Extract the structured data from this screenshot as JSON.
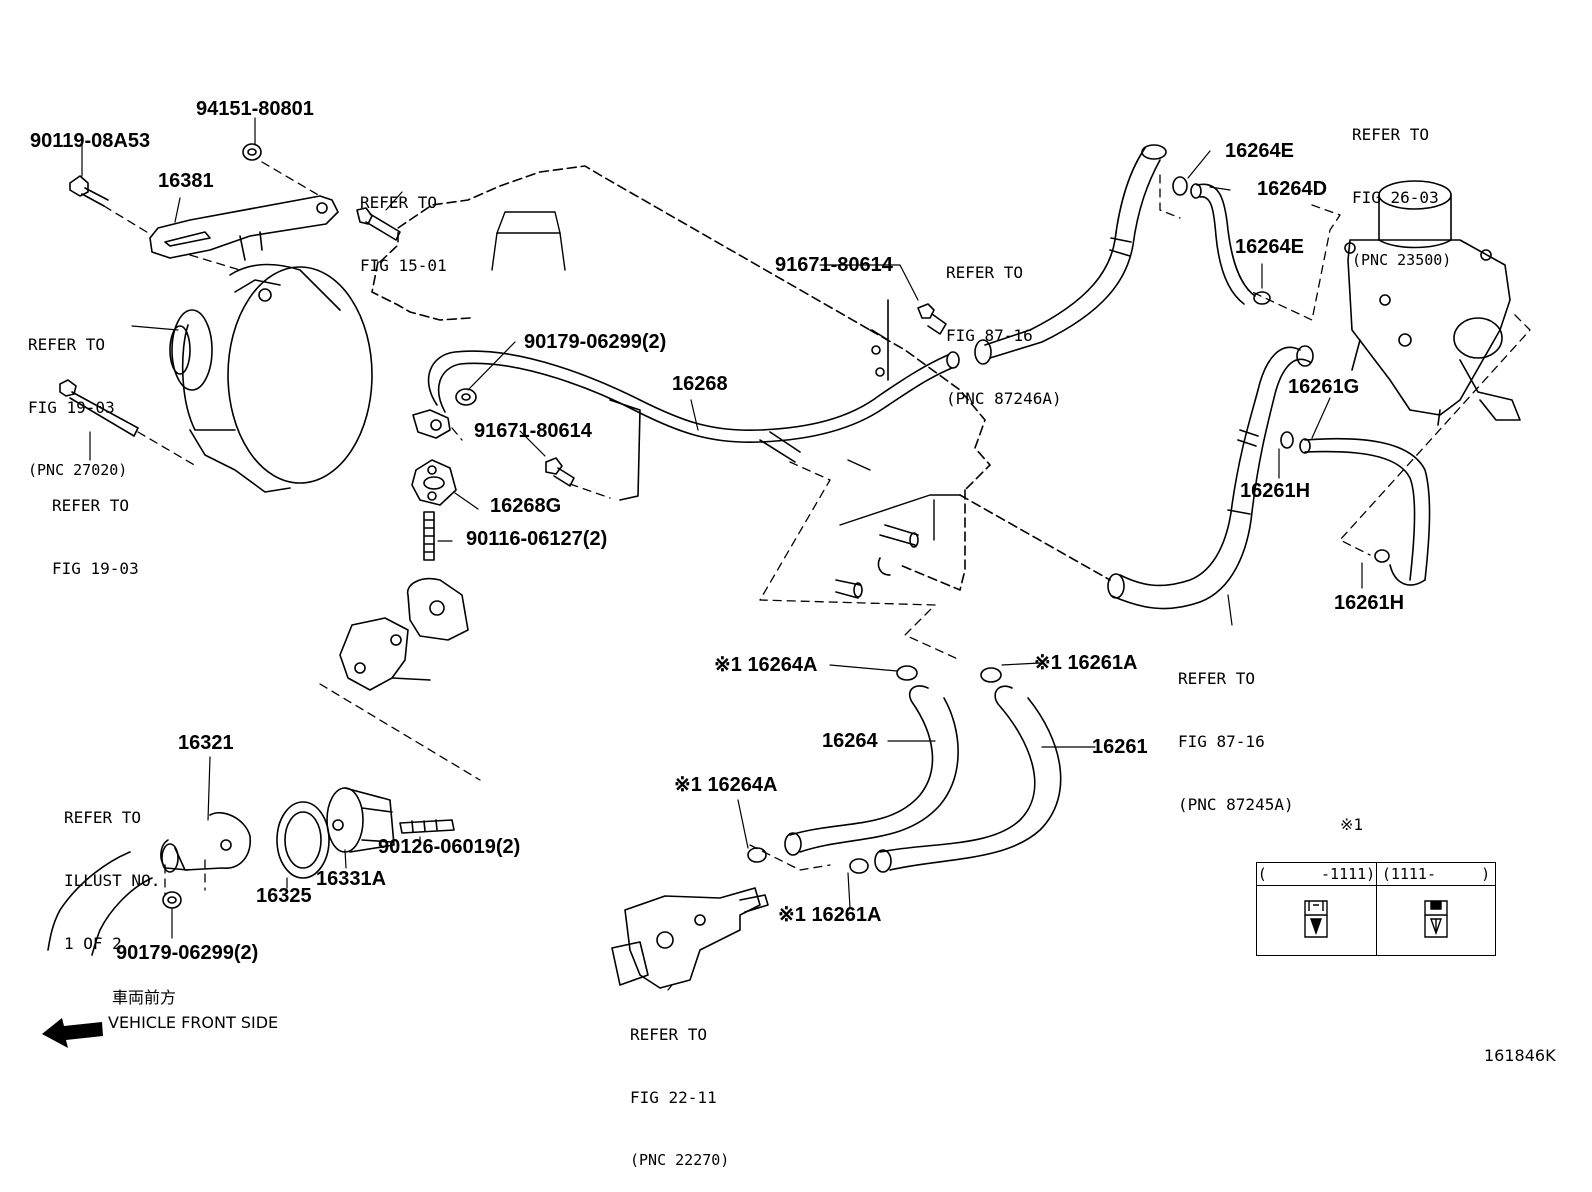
{
  "parts": {
    "p_90119_08A53": "90119-08A53",
    "p_94151_80801": "94151-80801",
    "p_16381": "16381",
    "p_16268": "16268",
    "p_91671_80614_top": "91671-80614",
    "p_90179_06299_top": "90179-06299(2)",
    "p_91671_80614_mid": "91671-80614",
    "p_16268G": "16268G",
    "p_90116_06127": "90116-06127(2)",
    "p_16264E_top": "16264E",
    "p_16264D": "16264D",
    "p_16264E_mid": "16264E",
    "p_16261G": "16261G",
    "p_16261H_mid": "16261H",
    "p_16261H_low": "16261H",
    "p_16264A_upper": "※1 16264A",
    "p_16261A_upper": "※1 16261A",
    "p_16264": "16264",
    "p_16261": "16261",
    "p_16264A_lower": "※1 16264A",
    "p_16261A_lower": "※1 16261A",
    "p_16321": "16321",
    "p_16325": "16325",
    "p_16331A": "16331A",
    "p_90126_06019": "90126-06019(2)",
    "p_90179_06299_low": "90179-06299(2)"
  },
  "refs": {
    "fig_15_01": [
      "REFER TO",
      "FIG 15-01"
    ],
    "fig_19_03_pnc": [
      "REFER TO",
      "FIG 19-03",
      "(PNC 27020)"
    ],
    "fig_19_03": [
      "REFER TO",
      "FIG 19-03"
    ],
    "fig_87_16_a": [
      "REFER TO",
      "FIG 87-16",
      "(PNC 87246A)"
    ],
    "fig_26_03": [
      "REFER TO",
      "FIG 26-03",
      "(PNC 23500)"
    ],
    "fig_87_16_b": [
      "REFER TO",
      "FIG 87-16",
      "(PNC 87245A)"
    ],
    "illust_no": [
      "REFER TO",
      "ILLUST NO.",
      "1 OF 2"
    ],
    "fig_22_11": [
      "REFER TO",
      "FIG 22-11",
      "(PNC 22270)"
    ]
  },
  "legend": {
    "mark": "※1",
    "col1": "(      -1111)",
    "col2": "(1111-     )"
  },
  "front": {
    "jp": "車両前方",
    "en": "VEHICLE FRONT SIDE"
  },
  "diagram_id": "161846K"
}
